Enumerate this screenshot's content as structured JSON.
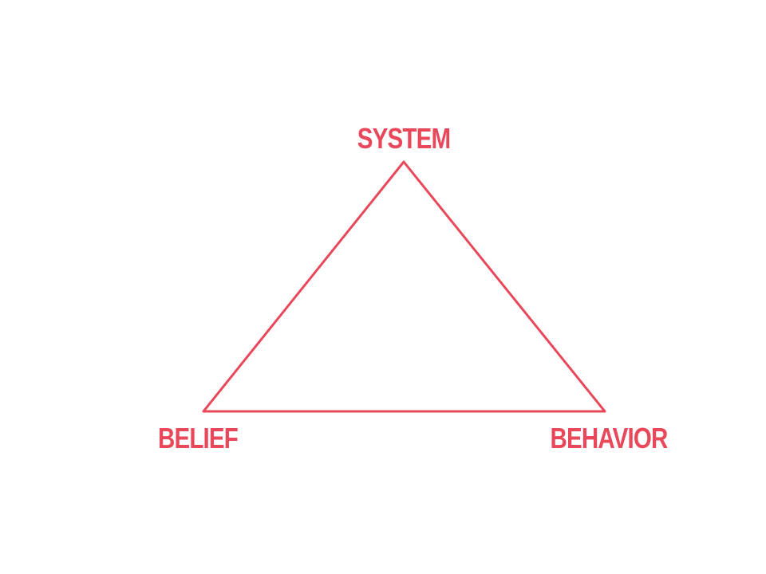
{
  "diagram": {
    "accent_color": "#e9485b",
    "nodes": {
      "top": "SYSTEM",
      "bottom_left": "BELIEF",
      "bottom_right": "BEHAVIOR"
    }
  }
}
